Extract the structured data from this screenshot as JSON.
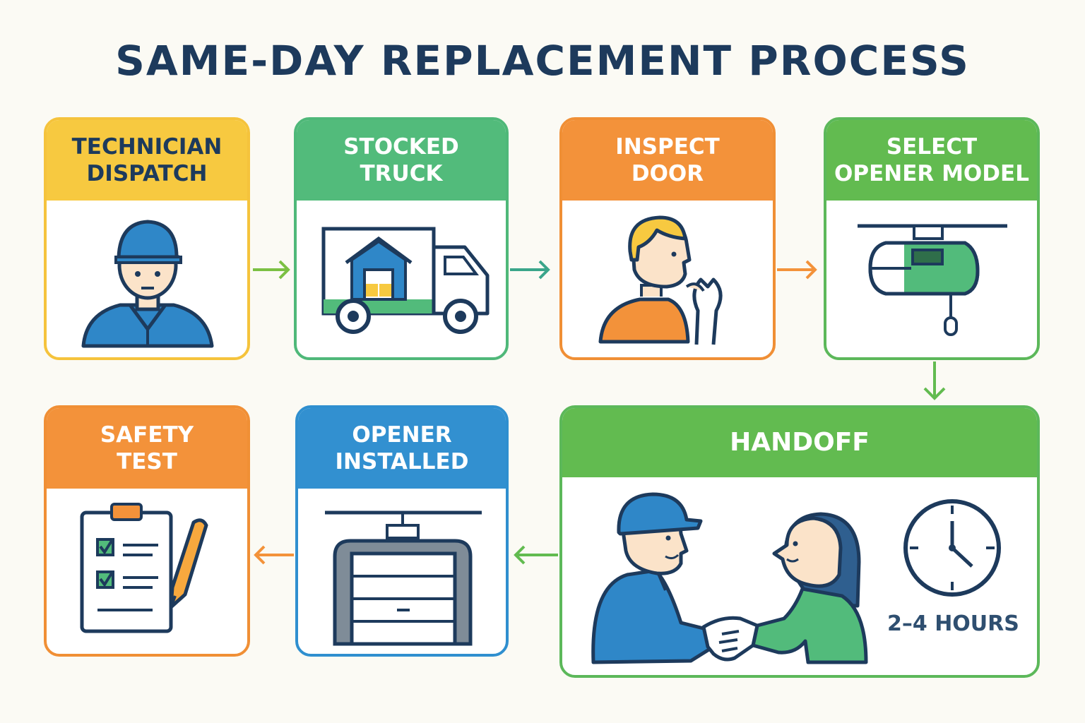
{
  "title": "SAME-DAY REPLACEMENT PROCESS",
  "steps": [
    {
      "line1": "TECHNICIAN",
      "line2": "DISPATCH",
      "icon": "technician-icon",
      "color": "#f7c940"
    },
    {
      "line1": "STOCKED",
      "line2": "TRUCK",
      "icon": "truck-icon",
      "color": "#52bb7b"
    },
    {
      "line1": "INSPECT",
      "line2": "DOOR",
      "icon": "inspect-person-icon",
      "color": "#f3923a"
    },
    {
      "line1": "SELECT",
      "line2": "OPENER MODEL",
      "icon": "garage-opener-icon",
      "color": "#62bb50"
    },
    {
      "line1": "HANDOFF",
      "line2": "",
      "icon": "handshake-icon",
      "color": "#62bb50"
    },
    {
      "line1": "OPENER",
      "line2": "INSTALLED",
      "icon": "garage-door-icon",
      "color": "#3290d0"
    },
    {
      "line1": "SAFETY",
      "line2": "TEST",
      "icon": "checklist-icon",
      "color": "#f3923a"
    }
  ],
  "handoff": {
    "duration": "2–4 HOURS"
  }
}
